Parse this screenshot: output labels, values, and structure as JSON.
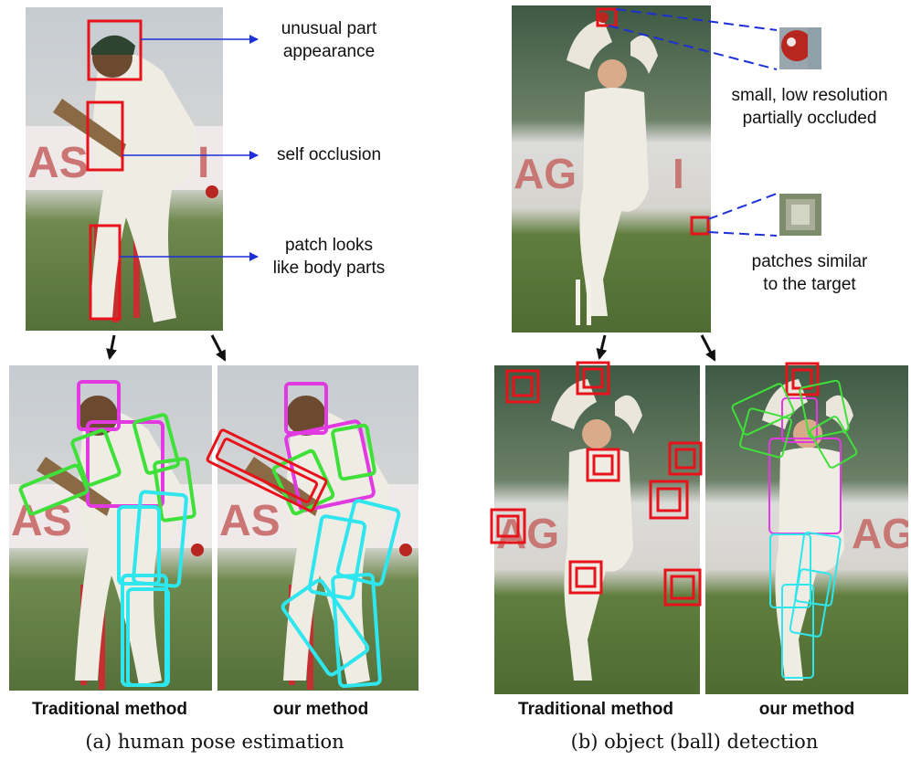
{
  "panel_a": {
    "annotations": {
      "part_appearance": "unusual part\nappearance",
      "self_occlusion": "self occlusion",
      "patch_body_parts": "patch looks\nlike body parts"
    },
    "method_traditional": "Traditional method",
    "method_ours": "our method",
    "caption": "(a) human pose estimation"
  },
  "panel_b": {
    "annotations": {
      "small_ball": "small, low resolution\npartially occluded",
      "similar_patches": "patches similar\nto the target"
    },
    "method_traditional": "Traditional method",
    "method_ours": "our method",
    "caption": "(b) object (ball) detection"
  },
  "colors": {
    "detection_box": "#e8121b",
    "head": "#e03ae0",
    "arms": "#3fe03a",
    "legs": "#2fe6ee",
    "annotation_arrow": "#1d2fd6",
    "transition_arrow": "#111111"
  }
}
